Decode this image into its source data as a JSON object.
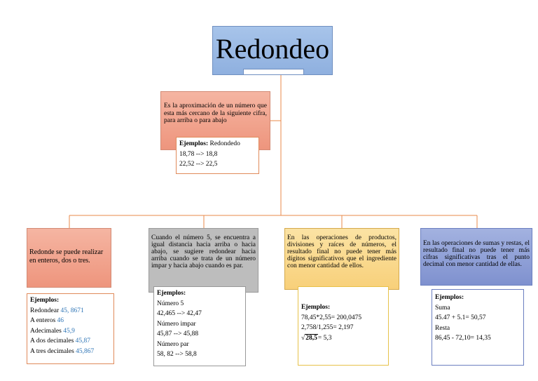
{
  "title": "Redondeo",
  "definition": {
    "text": "Es la aproximación de un número que esta más cercano de la siguiente cifra, para arriba o para abajo",
    "examples_label": "Ejemplos:",
    "examples_label_rest": " Redondedo",
    "lines": [
      "18,78 --> 18,8",
      "22,52 --> 22,5"
    ]
  },
  "branches": [
    {
      "text": "Redonde se puede realizar en enteros, dos o tres.",
      "examples_header": "Ejemplos:",
      "lines": [
        {
          "label": "Redondear ",
          "value": "45, 8671"
        },
        {
          "label": "A enteros ",
          "value": "46"
        },
        {
          "label": "Adecimales  ",
          "value": "45,9"
        },
        {
          "label": "A dos decimales ",
          "value": "45,87"
        },
        {
          "label": "A tres decimales ",
          "value": "45,867"
        }
      ]
    },
    {
      "text": "Cuando el número 5, se encuentra a igual distancia hacia arriba o hacia abajo, se sugiere redondear hacia arriba cuando se trata de un número impar y hacia abajo cuando es par.",
      "examples_header": "Ejemplos:",
      "lines": [
        "Número 5",
        "42,465 --> 42,47",
        "Número impar",
        "45,87 --> 45,88",
        "Número par",
        "58, 82 --> 58,8"
      ]
    },
    {
      "text": "En las operaciones de productos, divisiones y raíces de números, el resultado final no puede tener más dígitos significativos que el ingrediente con menor cantidad de ellos.",
      "examples_header": "Ejemplos:",
      "lines": [
        "78,45*2,55= 200,0475",
        "2,758/1,255= 2,197"
      ],
      "root_value": "28,5",
      "root_result": "= 5,3"
    },
    {
      "text": "En las operaciones de sumas y restas, el resultado final no puede tener más cifras significativas tras el punto decimal con menor cantidad de ellas.",
      "examples_header": "Ejemplos:",
      "lines": [
        "Suma",
        "45.47 + 5.1= 50,57",
        "Resta",
        "86,45 - 72,10= 14,35"
      ]
    }
  ],
  "colors": {
    "connector": "#e8884a",
    "title_fill": "#9db9e6",
    "salmon_fill": "#f2a48e",
    "gray_fill": "#bdbdbd",
    "yellow_fill": "#f9d98c",
    "blue_fill": "#8f9fd8",
    "value_blue": "#2e75b6"
  }
}
